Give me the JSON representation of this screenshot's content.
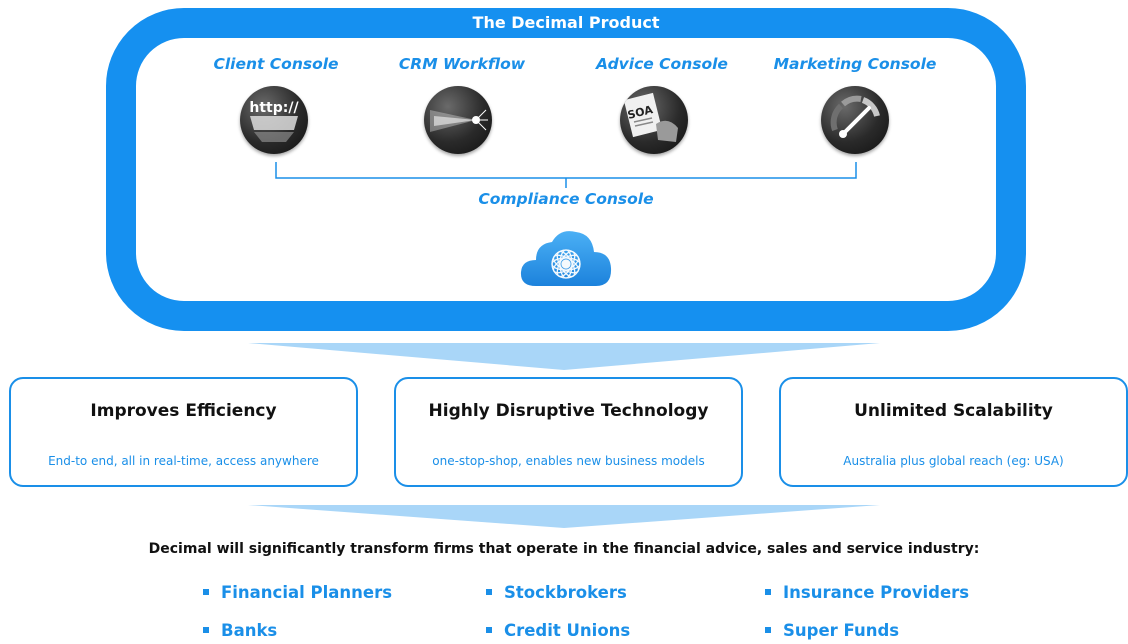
{
  "product": {
    "title": "The Decimal Product",
    "consoles": [
      {
        "label": "Client Console",
        "icon": "browser-http-icon"
      },
      {
        "label": "CRM Workflow",
        "icon": "light-beam-icon"
      },
      {
        "label": "Advice Console",
        "icon": "soa-document-icon"
      },
      {
        "label": "Marketing Console",
        "icon": "gauge-icon"
      }
    ],
    "compliance_label": "Compliance Console",
    "compliance_icon": "cloud-flower-icon",
    "icon_texts": {
      "http": "http://",
      "soa": "SOA"
    }
  },
  "benefits": [
    {
      "title": "Improves Efficiency",
      "subtitle": "End-to end, all in real-time, access anywhere"
    },
    {
      "title": "Highly Disruptive Technology",
      "subtitle": "one-stop-shop, enables new business models"
    },
    {
      "title": "Unlimited Scalability",
      "subtitle": "Australia plus global reach (eg: USA)"
    }
  ],
  "statement": "Decimal will significantly transform firms that operate in the financial advice, sales and service industry:",
  "industries": [
    "Financial Planners",
    "Stockbrokers",
    "Insurance Providers",
    "Banks",
    "Credit Unions",
    "Super Funds"
  ],
  "colors": {
    "accent": "#1590f0",
    "text_blue": "#1a8fe8",
    "arrow": "#a9d6f8"
  }
}
